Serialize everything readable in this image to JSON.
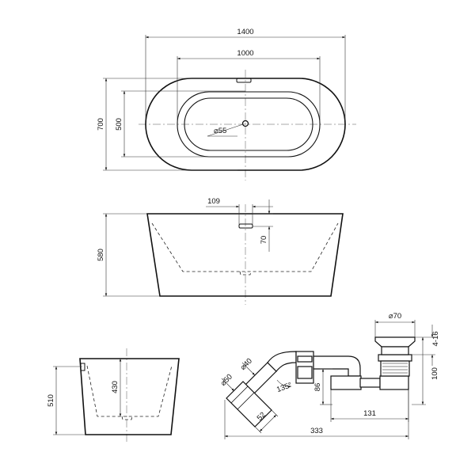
{
  "top_view": {
    "overall_length": "1400",
    "inner_length": "1000",
    "overall_width": "700",
    "inner_width": "500",
    "drain_diameter": "⌀55"
  },
  "front_view": {
    "overflow_offset": "109",
    "overflow_drop": "70",
    "height": "580"
  },
  "side_view": {
    "overall_height": "510",
    "inner_depth": "430"
  },
  "waste_kit": {
    "pipe_diameter_40": "⌀40",
    "pipe_diameter_50": "⌀50",
    "outlet_length": "52",
    "bend_angle": "135°",
    "height_86": "86",
    "length_131": "131",
    "total_length": "333",
    "plug_diameter": "⌀70",
    "plug_height_range": "4-16",
    "trap_height": "100"
  }
}
